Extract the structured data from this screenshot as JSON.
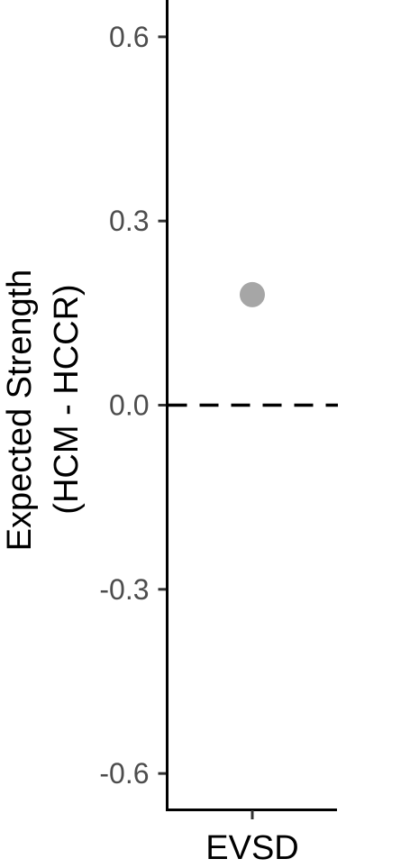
{
  "chart_data": {
    "type": "scatter",
    "title": "",
    "xlabel": "",
    "ylabel_lines": [
      "Expected Strength",
      "(HCM - HCCR)"
    ],
    "categories": [
      "EVSD"
    ],
    "values": [
      0.18
    ],
    "ylim": [
      -0.66,
      0.66
    ],
    "yticks": [
      0.6,
      0.3,
      0.0,
      -0.3,
      -0.6
    ],
    "ytick_labels": [
      "0.6",
      "0.3",
      "0.0",
      "-0.3",
      "-0.6"
    ],
    "reference_line": {
      "y": 0.0,
      "style": "dashed",
      "color": "#000000"
    },
    "point_color": "#a6a6a6",
    "grid": false,
    "legend": "none"
  }
}
